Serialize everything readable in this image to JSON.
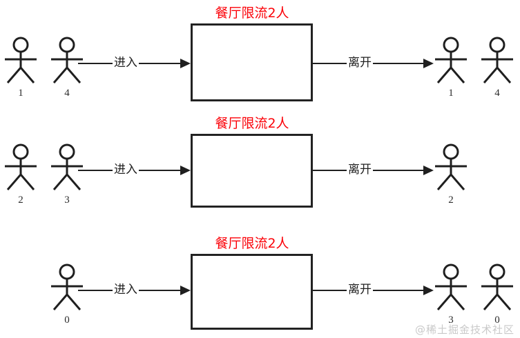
{
  "diagram": {
    "title_text": "餐厅限流2人",
    "enter_label": "进入",
    "leave_label": "离开",
    "watermark": "@稀土掘金技术社区",
    "colors": {
      "title_red": "#fb0007",
      "stroke_dark": "#1f1f1f",
      "box_border": "#222222",
      "watermark_gray": "#c9c9c9",
      "background": "#ffffff"
    },
    "rows": [
      {
        "row_index": 1,
        "queue_in": [
          "1",
          "4"
        ],
        "queue_out": [
          "1",
          "4"
        ],
        "in_label": "进入",
        "out_label": "离开",
        "box_title": "餐厅限流2人"
      },
      {
        "row_index": 2,
        "queue_in": [
          "2",
          "3"
        ],
        "queue_out": [
          "2"
        ],
        "in_label": "进入",
        "out_label": "离开",
        "box_title": "餐厅限流2人"
      },
      {
        "row_index": 3,
        "queue_in": [
          "0"
        ],
        "queue_out": [
          "3",
          "0"
        ],
        "in_label": "进入",
        "out_label": "离开",
        "box_title": "餐厅限流2人"
      }
    ]
  }
}
